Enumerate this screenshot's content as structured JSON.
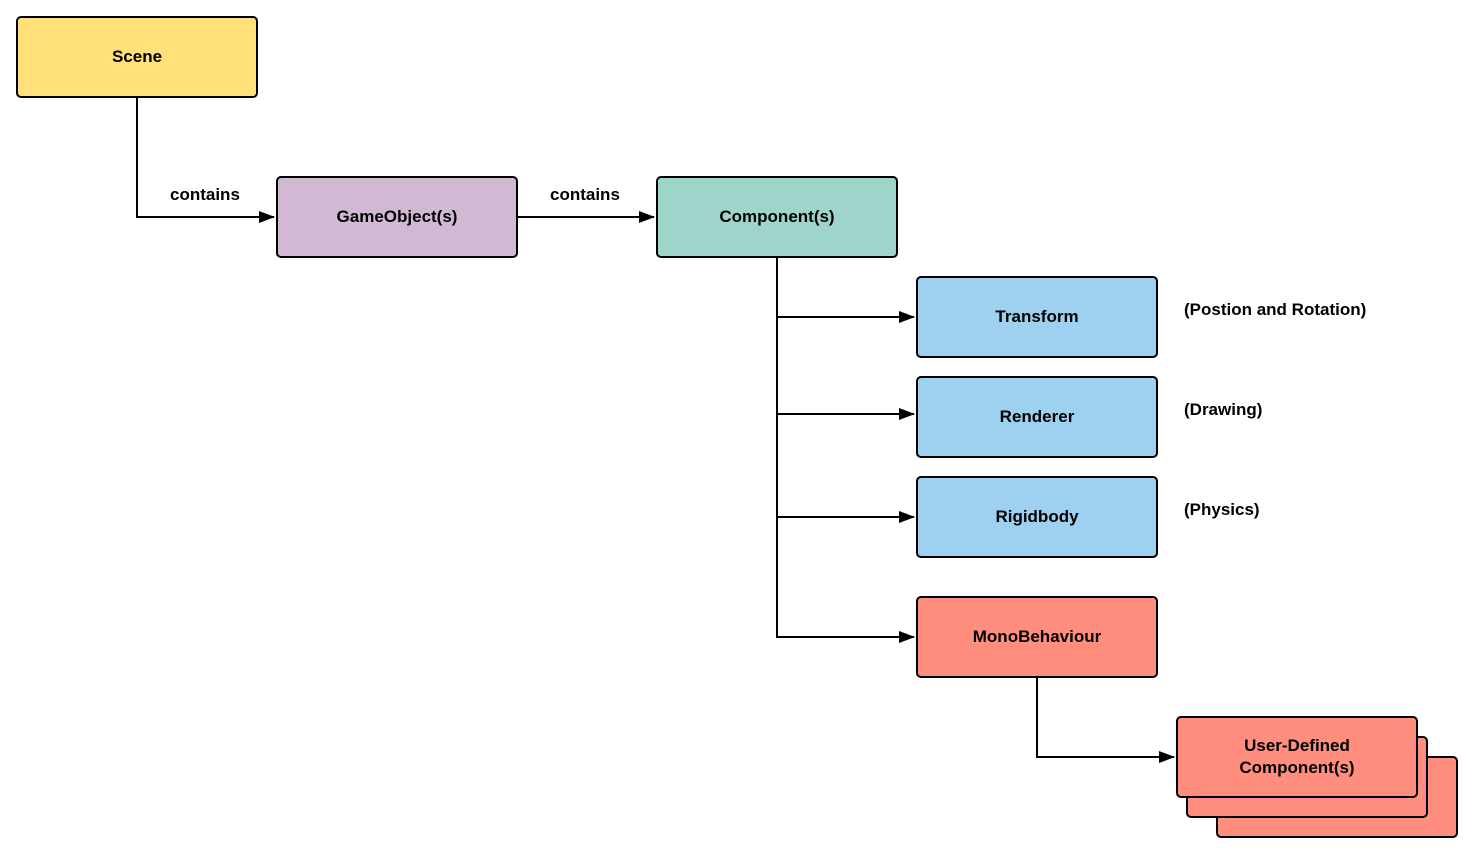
{
  "colors": {
    "scene": "#FFE07A",
    "gameobject": "#D1B9D4",
    "component": "#9ED5CB",
    "builtin": "#9ED0F0",
    "script": "#FF8E7E",
    "stroke": "#000000"
  },
  "nodes": {
    "scene": "Scene",
    "gameobject": "GameObject(s)",
    "component": "Component(s)",
    "transform": "Transform",
    "renderer": "Renderer",
    "rigidbody": "Rigidbody",
    "monobehaviour": "MonoBehaviour",
    "user_defined_line1": "User-Defined",
    "user_defined_line2": "Component(s)"
  },
  "edges": {
    "scene_to_gameobject": "contains",
    "gameobject_to_component": "contains"
  },
  "notes": {
    "transform": "(Postion and Rotation)",
    "renderer": "(Drawing)",
    "rigidbody": "(Physics)"
  }
}
